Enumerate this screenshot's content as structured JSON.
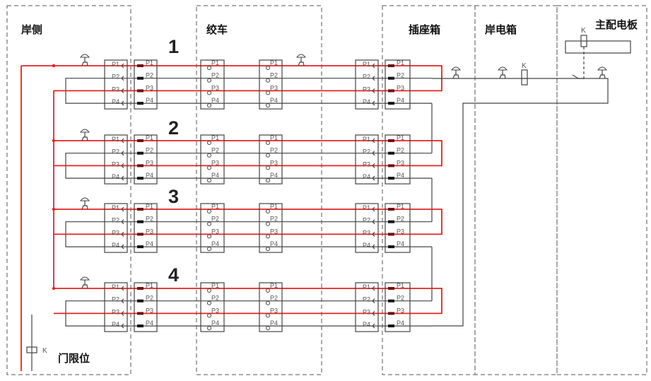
{
  "zones": [
    {
      "id": "shore-side",
      "label": "岸侧"
    },
    {
      "id": "winch",
      "label": "绞车"
    },
    {
      "id": "socket-box",
      "label": "插座箱"
    },
    {
      "id": "shore-power-box",
      "label": "岸电箱"
    },
    {
      "id": "main-switchboard",
      "label": "主配电板"
    }
  ],
  "groups": [
    "1",
    "2",
    "3",
    "4"
  ],
  "pins": [
    "P1",
    "P2",
    "P3",
    "P4"
  ],
  "relay_label": "K",
  "door_limit_label": "门限位",
  "colors": {
    "loop": "#e32424",
    "wire": "#444444"
  }
}
